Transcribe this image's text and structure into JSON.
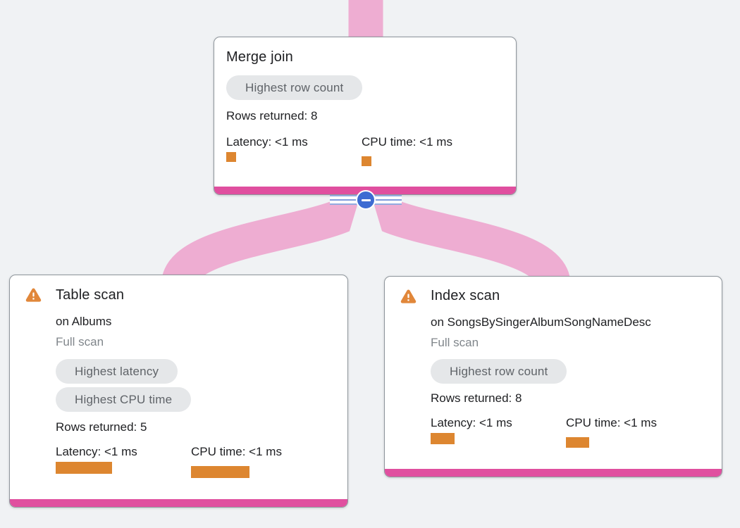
{
  "colors": {
    "background": "#f0f2f4",
    "accent_pink": "#e04f9f",
    "edge_pink": "#eeadd2",
    "metric_orange": "#dd8630",
    "warning_orange": "#e1873a",
    "collapse_blue": "#3d6bd2",
    "badge_bg": "#e5e7e9",
    "badge_text": "#5f6368",
    "muted_text": "#80868b",
    "text": "#202124"
  },
  "collapse_control": {
    "icon": "minus-icon",
    "state": "expanded"
  },
  "nodes": [
    {
      "title": "Merge join",
      "badges": [
        "Highest row count"
      ],
      "rows_returned": "Rows returned: 8",
      "metrics": [
        {
          "label": "Latency: <1 ms"
        },
        {
          "label": "CPU time: <1 ms"
        }
      ]
    },
    {
      "title": "Table scan",
      "target": "on Albums",
      "scan_type": "Full scan",
      "badges": [
        "Highest latency",
        "Highest CPU time"
      ],
      "rows_returned": "Rows returned: 5",
      "metrics": [
        {
          "label": "Latency: <1 ms"
        },
        {
          "label": "CPU time: <1 ms"
        }
      ]
    },
    {
      "title": "Index scan",
      "target": "on SongsBySingerAlbumSongNameDesc",
      "scan_type": "Full scan",
      "badges": [
        "Highest row count"
      ],
      "rows_returned": "Rows returned: 8",
      "metrics": [
        {
          "label": "Latency: <1 ms"
        },
        {
          "label": "CPU time: <1 ms"
        }
      ]
    }
  ]
}
